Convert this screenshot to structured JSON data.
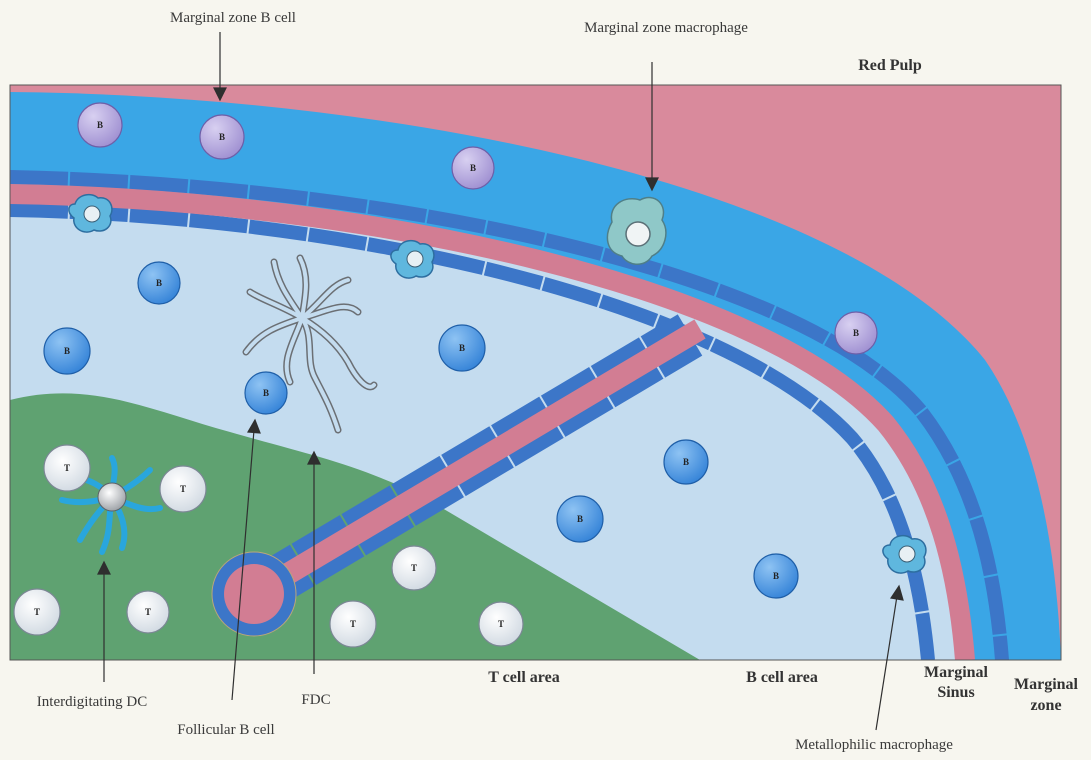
{
  "diagram": {
    "labels": {
      "marginal_zone_b_cell": "Marginal zone B cell",
      "marginal_zone_macrophage": "Marginal zone macrophage",
      "red_pulp": "Red Pulp",
      "interdigitating_dc": "Interdigitating DC",
      "fdc": "FDC",
      "follicular_b_cell": "Follicular B cell",
      "t_cell_area": "T cell area",
      "b_cell_area": "B cell area",
      "marginal_sinus_line1": "Marginal",
      "marginal_sinus_line2": "Sinus",
      "marginal_zone_line1": "Marginal",
      "marginal_zone_line2": "zone",
      "metallophilic_macrophage": "Metallophilic macrophage"
    },
    "cell_letters": {
      "b": "B",
      "t": "T"
    },
    "colors": {
      "red_pulp": "#d98a9c",
      "marginal_zone": "#3aa6e6",
      "follicle": "#c4dcef",
      "t_cell_zone": "#5fa271",
      "sinus_lumen": "#d27d93",
      "sinus_wall": "#3c76c8",
      "mz_b_cell": "#a99ad6",
      "follicular_b_cell": "#3f8fe0",
      "t_cell": "#eef2f6"
    }
  }
}
